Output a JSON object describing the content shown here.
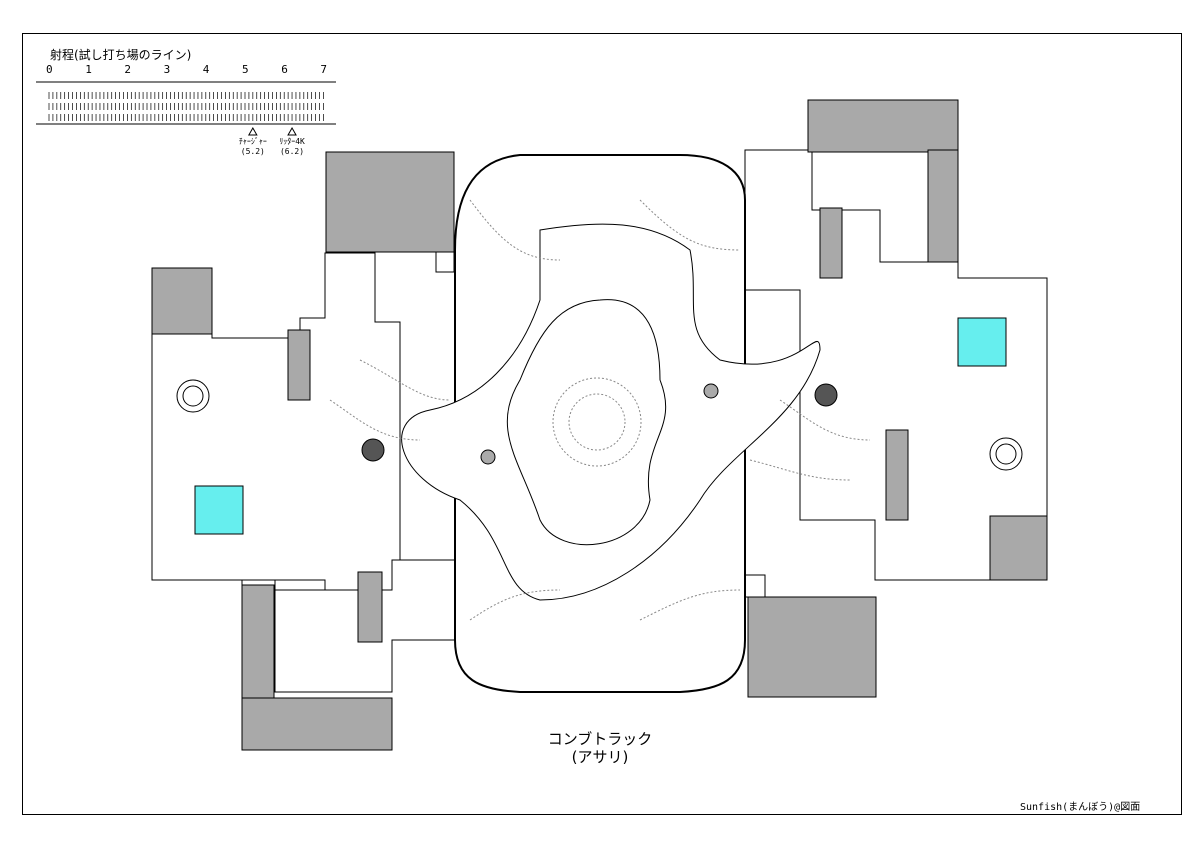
{
  "ruler": {
    "title": "射程(試し打ち場のライン)",
    "ticks": [
      "0",
      "1",
      "2",
      "3",
      "4",
      "5",
      "6",
      "7"
    ]
  },
  "weapons": [
    {
      "name": "ﾁｬｰｼﾞｬｰ",
      "range": "(5.2)",
      "value": 5.2
    },
    {
      "name": "ﾘｯﾀｰ4K",
      "range": "(6.2)",
      "value": 6.2
    }
  ],
  "map": {
    "title": "コンブトラック",
    "subtitle": "(アサリ)"
  },
  "credit": "Sunfish(まんぼう)@図面",
  "colors": {
    "wall": "#a9a9a9",
    "spawn": "#66eeee",
    "line": "#000000",
    "background": "#ffffff"
  }
}
